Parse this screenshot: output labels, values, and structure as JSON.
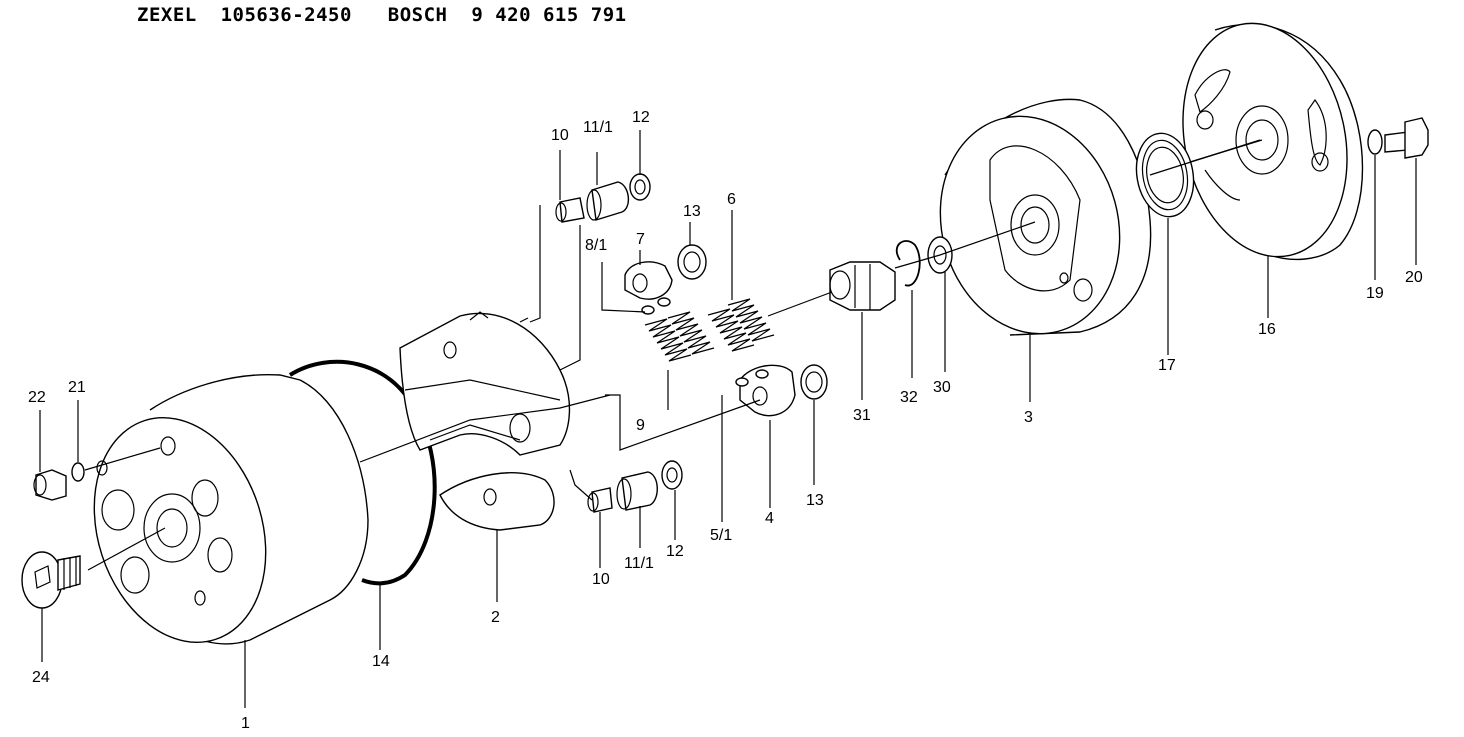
{
  "header": {
    "maker1": "ZEXEL",
    "number1": "105636-2450",
    "maker2": "BOSCH",
    "number2": "9 420 615 791"
  },
  "callouts": {
    "c1": "1",
    "c2": "2",
    "c3": "3",
    "c4": "4",
    "c5_1": "5/1",
    "c6": "6",
    "c7": "7",
    "c8_1": "8/1",
    "c9": "9",
    "c10a": "10",
    "c10b": "10",
    "c11_1a": "11/1",
    "c11_1b": "11/1",
    "c12a": "12",
    "c12b": "12",
    "c13a": "13",
    "c13b": "13",
    "c14": "14",
    "c16": "16",
    "c17": "17",
    "c19": "19",
    "c20": "20",
    "c21": "21",
    "c22": "22",
    "c24": "24",
    "c30": "30",
    "c31": "31",
    "c32": "32"
  }
}
